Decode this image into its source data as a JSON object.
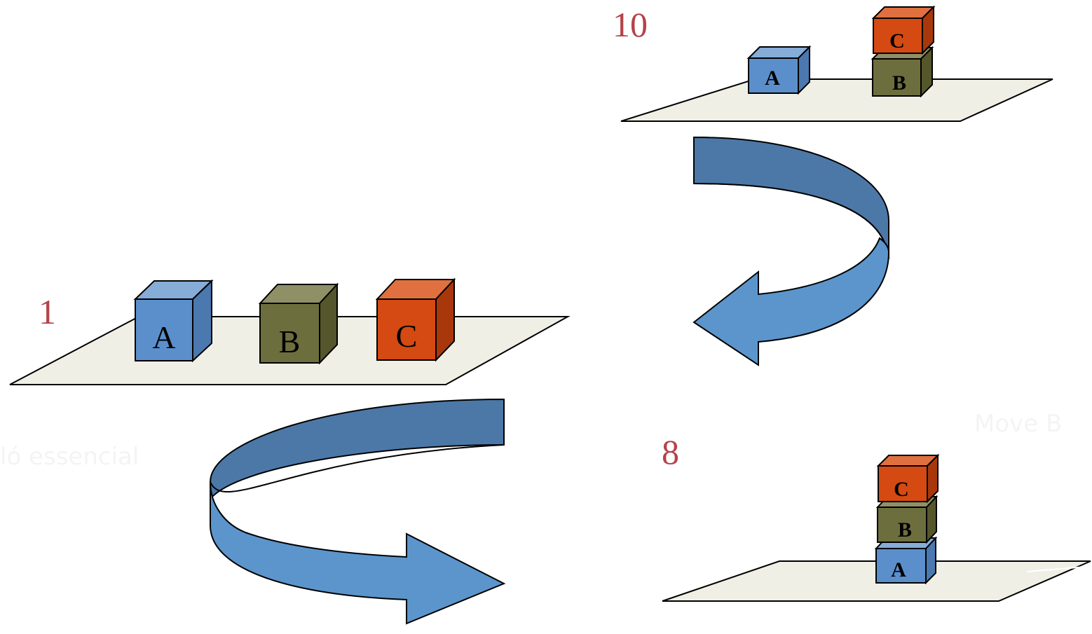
{
  "states": {
    "initial": {
      "label": "1",
      "blocks": [
        "A",
        "B",
        "C"
      ]
    },
    "top": {
      "label": "10",
      "blocks": [
        "A",
        "B",
        "C"
      ]
    },
    "goal": {
      "label": "8",
      "blocks": [
        "A",
        "B",
        "C"
      ]
    }
  },
  "faded_text": {
    "left": "ló essencial",
    "right": "Move B"
  },
  "colors": {
    "block_a": "#5b8fcb",
    "block_b": "#6d6e3e",
    "block_c": "#d44a12",
    "table": "#f0efe6",
    "arrow": "#5b8fcb",
    "arrow_dark": "#4c78a8",
    "number": "#b5424a"
  }
}
